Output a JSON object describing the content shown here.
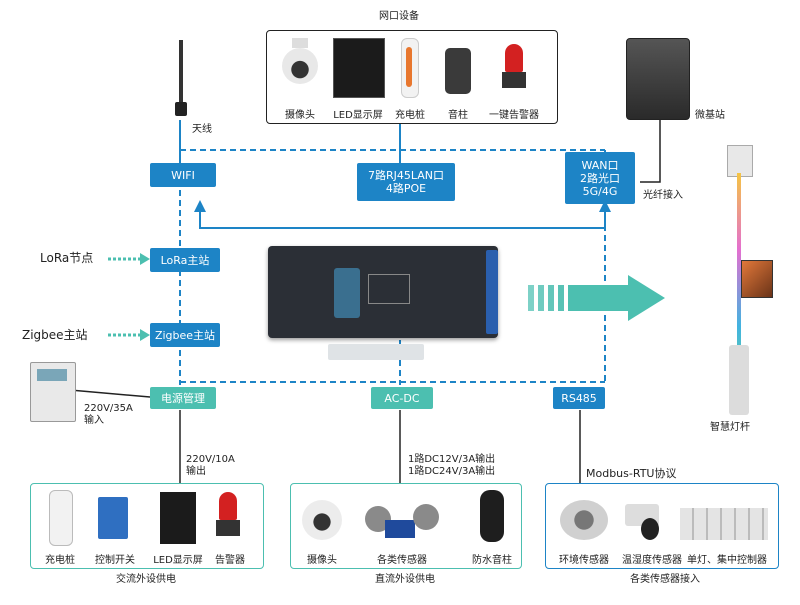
{
  "top_group": {
    "title": "网口设备",
    "items": [
      "摄像头",
      "LED显示屏",
      "充电桩",
      "音柱",
      "一键告警器"
    ]
  },
  "antenna_label": "天线",
  "micro_station_label": "微基站",
  "fiber_label": "光纤接入",
  "smart_pole_label": "智慧灯杆",
  "boxes": {
    "wifi": "WIFI",
    "lan": "7路RJ45LAN口\n4路POE",
    "wan": "WAN口\n2路光口\n5G/4G",
    "lora_master": "LoRa主站",
    "zigbee_master": "Zigbee主站",
    "power": "电源管理",
    "acdc": "AC-DC",
    "rs485": "RS485"
  },
  "lora_node_label": "LoRa节点",
  "zigbee_label": "Zigbee主站",
  "input_label": "220V/35A\n输入",
  "ac_out_label": "220V/10A\n输出",
  "dc_out_label": "1路DC12V/3A输出\n1路DC24V/3A输出",
  "modbus_label": "Modbus-RTU协议",
  "ac_group": {
    "title": "交流外设供电",
    "items": [
      "充电桩",
      "控制开关",
      "LED显示屏",
      "告警器"
    ]
  },
  "dc_group": {
    "title": "直流外设供电",
    "items": [
      "摄像头",
      "各类传感器",
      "防水音柱"
    ]
  },
  "sensor_group": {
    "title": "各类传感器接入",
    "items": [
      "环境传感器",
      "温湿度传感器",
      "单灯、集中控制器"
    ]
  },
  "colors": {
    "blue": "#1d84c6",
    "teal": "#4cbfb0",
    "dash": "#1d84c6"
  }
}
